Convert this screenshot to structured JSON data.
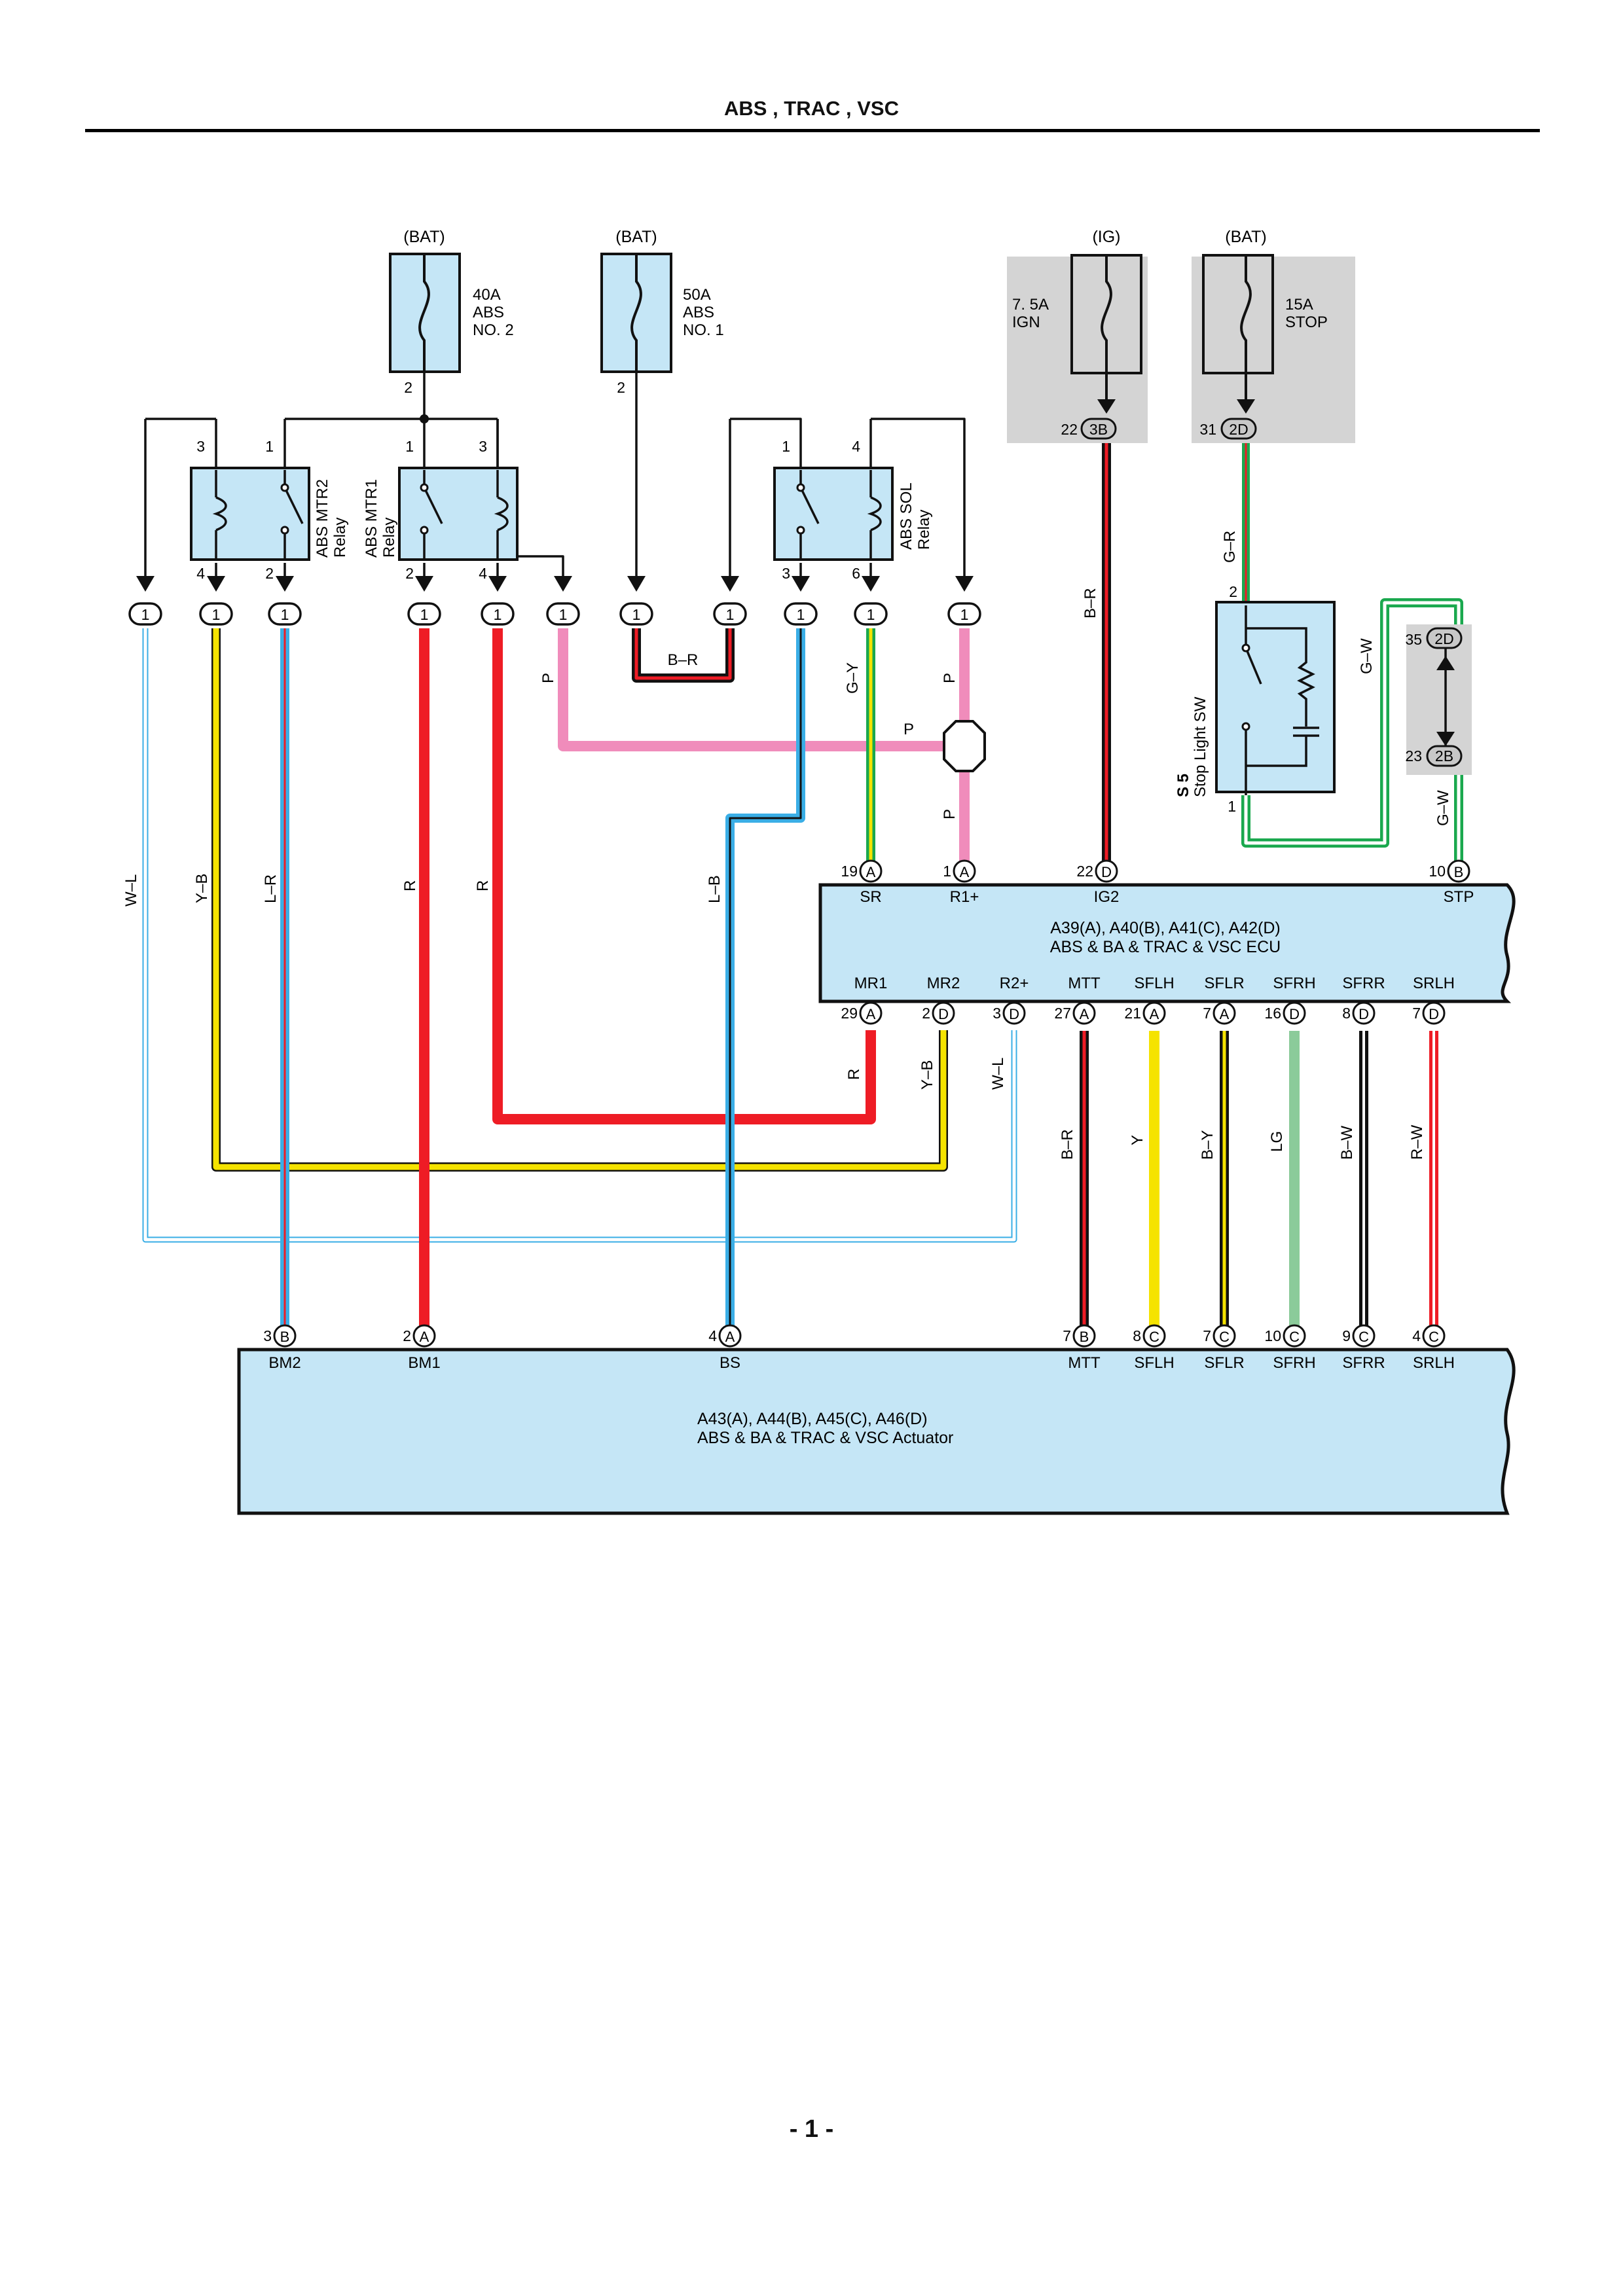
{
  "page": {
    "title": "ABS , TRAC , VSC",
    "page_number": "- 1 -"
  },
  "fuses": {
    "abs2": {
      "source": "(BAT)",
      "rating": "40A",
      "name1": "ABS",
      "name2": "NO. 2",
      "pin": "2"
    },
    "abs1": {
      "source": "(BAT)",
      "rating": "50A",
      "name1": "ABS",
      "name2": "NO. 1",
      "pin": "2"
    },
    "ign": {
      "source": "(IG)",
      "rating": "7. 5A",
      "name1": "IGN",
      "pin": "22",
      "conn": "3B"
    },
    "stop": {
      "source": "(BAT)",
      "rating": "15A",
      "name1": "STOP",
      "pin": "31",
      "conn": "2D"
    }
  },
  "relays": {
    "mtr2": {
      "name1": "ABS MTR2",
      "name2": "Relay",
      "top_left": "3",
      "top_right": "1",
      "bot_left": "4",
      "bot_right": "2"
    },
    "mtr1": {
      "name1": "ABS MTR1",
      "name2": "Relay",
      "top_left": "1",
      "top_right": "3",
      "bot_left": "2",
      "bot_right": "4"
    },
    "sol": {
      "name1": "ABS SOL",
      "name2": "Relay",
      "top_left": "1",
      "top_right": "4",
      "bot_left": "3",
      "bot_right": "6"
    }
  },
  "junction_pin": "1",
  "wire_colors": {
    "wl": "W–L",
    "yb": "Y–B",
    "lr": "L–R",
    "r": "R",
    "p": "P",
    "br": "B–R",
    "lb": "L–B",
    "gy": "G–Y",
    "gr": "G–R",
    "gw": "G–W",
    "y": "Y",
    "bY": "B–Y",
    "lg": "LG",
    "bw": "B–W",
    "rw": "R–W"
  },
  "stop_switch": {
    "code": "S 5",
    "name": "Stop Light SW",
    "pin_top": "2",
    "pin_bot": "1"
  },
  "connector_2d2b": {
    "top_pin": "35",
    "top_conn": "2D",
    "bot_pin": "23",
    "bot_conn": "2B"
  },
  "ecu": {
    "id": "A39(A), A40(B), A41(C), A42(D)",
    "name": "ABS & BA & TRAC & VSC ECU",
    "top_pins": [
      {
        "num": "19",
        "conn": "A",
        "label": "SR"
      },
      {
        "num": "1",
        "conn": "A",
        "label": "R1+"
      },
      {
        "num": "22",
        "conn": "D",
        "label": "IG2"
      },
      {
        "num": "10",
        "conn": "B",
        "label": "STP"
      }
    ],
    "bottom_pins": [
      {
        "num": "29",
        "conn": "A",
        "label": "MR1"
      },
      {
        "num": "2",
        "conn": "D",
        "label": "MR2"
      },
      {
        "num": "3",
        "conn": "D",
        "label": "R2+"
      },
      {
        "num": "27",
        "conn": "A",
        "label": "MTT"
      },
      {
        "num": "21",
        "conn": "A",
        "label": "SFLH"
      },
      {
        "num": "7",
        "conn": "A",
        "label": "SFLR"
      },
      {
        "num": "16",
        "conn": "D",
        "label": "SFRH"
      },
      {
        "num": "8",
        "conn": "D",
        "label": "SFRR"
      },
      {
        "num": "7",
        "conn": "D",
        "label": "SRLH"
      }
    ]
  },
  "actuator": {
    "id": "A43(A), A44(B), A45(C), A46(D)",
    "name": "ABS & BA & TRAC & VSC Actuator",
    "pins": [
      {
        "num": "3",
        "conn": "B",
        "label": "BM2"
      },
      {
        "num": "2",
        "conn": "A",
        "label": "BM1"
      },
      {
        "num": "4",
        "conn": "A",
        "label": "BS"
      },
      {
        "num": "7",
        "conn": "B",
        "label": "MTT"
      },
      {
        "num": "8",
        "conn": "C",
        "label": "SFLH"
      },
      {
        "num": "7",
        "conn": "C",
        "label": "SFLR"
      },
      {
        "num": "10",
        "conn": "C",
        "label": "SFRH"
      },
      {
        "num": "9",
        "conn": "C",
        "label": "SFRR"
      },
      {
        "num": "4",
        "conn": "C",
        "label": "SRLH"
      }
    ]
  },
  "colors": {
    "box_fill": "#c5e6f6",
    "gray_fill": "#d4d4d4",
    "red": "#ee1c25",
    "pink": "#f08cbb",
    "yellow": "#f5e300",
    "blue": "#3aaee6",
    "green": "#1aa84e",
    "lightgreen": "#8bcb9a",
    "black": "#111111"
  }
}
